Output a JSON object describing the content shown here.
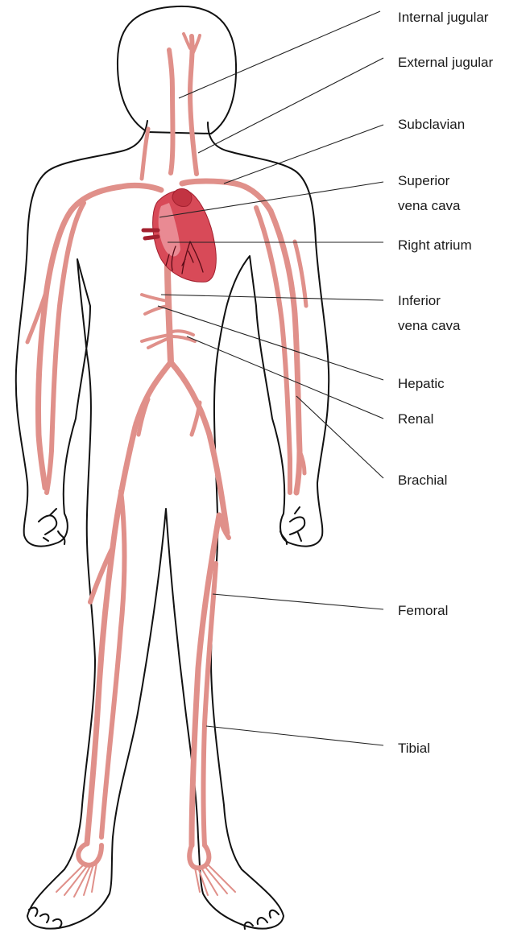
{
  "labels": {
    "internal_jugular": "Internal jugular",
    "external_jugular": "External jugular",
    "subclavian": "Subclavian",
    "superior_vena_cava": "Superior\nvena cava",
    "right_atrium": "Right atrium",
    "inferior_vena_cava": "Inferior\nvena cava",
    "hepatic": "Hepatic",
    "renal": "Renal",
    "brachial": "Brachial",
    "femoral": "Femoral",
    "tibial": "Tibial"
  },
  "colors": {
    "vein": "#e0908a",
    "vein_dark": "#d2807b",
    "heart": "#d84a58",
    "heart_dark": "#a3202f",
    "outline": "#111111",
    "text": "#1a1a1a"
  }
}
